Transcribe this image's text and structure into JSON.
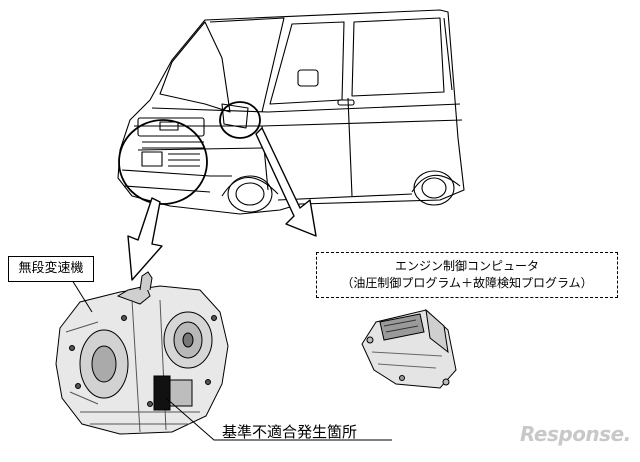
{
  "labels": {
    "transmission": "無段変速機",
    "engine_computer_line1": "エンジン制御コンピュータ",
    "engine_computer_line2": "（油圧制御プログラム＋故障検知プログラム）",
    "fault_location": "基準不適合発生箇所"
  },
  "watermark": "Response."
}
